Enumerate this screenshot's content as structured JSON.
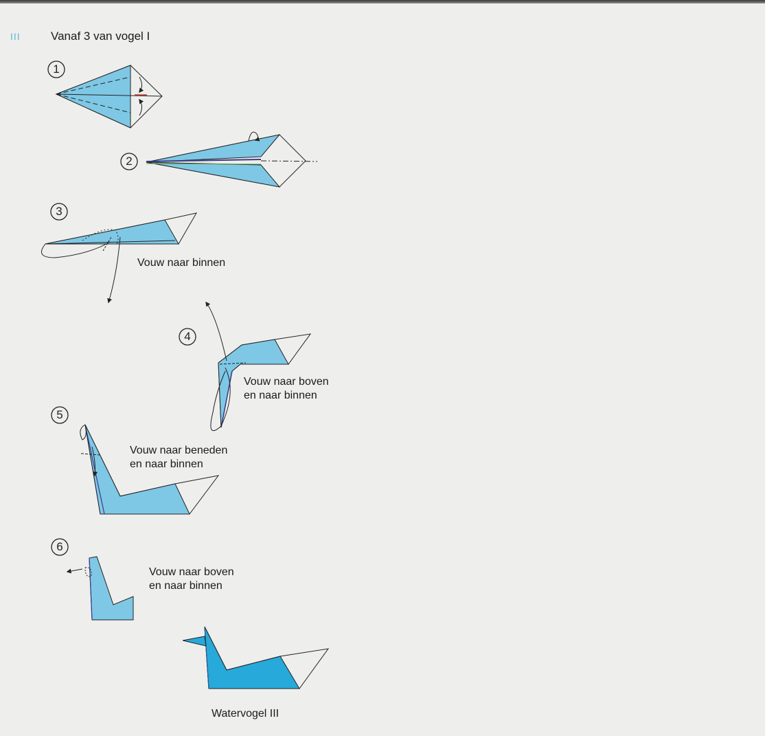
{
  "header": {
    "page_marker": "III",
    "heading": "Vanaf 3 van vogel I"
  },
  "steps": [
    {
      "number": "1",
      "caption_line1": "",
      "caption_line2": ""
    },
    {
      "number": "2",
      "caption_line1": "",
      "caption_line2": ""
    },
    {
      "number": "3",
      "caption_line1": "Vouw naar binnen",
      "caption_line2": ""
    },
    {
      "number": "4",
      "caption_line1": "Vouw naar boven",
      "caption_line2": "en naar binnen"
    },
    {
      "number": "5",
      "caption_line1": "Vouw naar beneden",
      "caption_line2": "en naar binnen"
    },
    {
      "number": "6",
      "caption_line1": "Vouw naar boven",
      "caption_line2": "en naar binnen"
    }
  ],
  "result": {
    "caption": "Watervogel III"
  },
  "colors": {
    "paper_blue": "#7ec8e6",
    "result_blue": "#27a9da",
    "accent": "#5bb7d6"
  },
  "icons": [
    "circled-step-number",
    "fold-arrow",
    "valley-fold-line",
    "mountain-fold-line"
  ]
}
